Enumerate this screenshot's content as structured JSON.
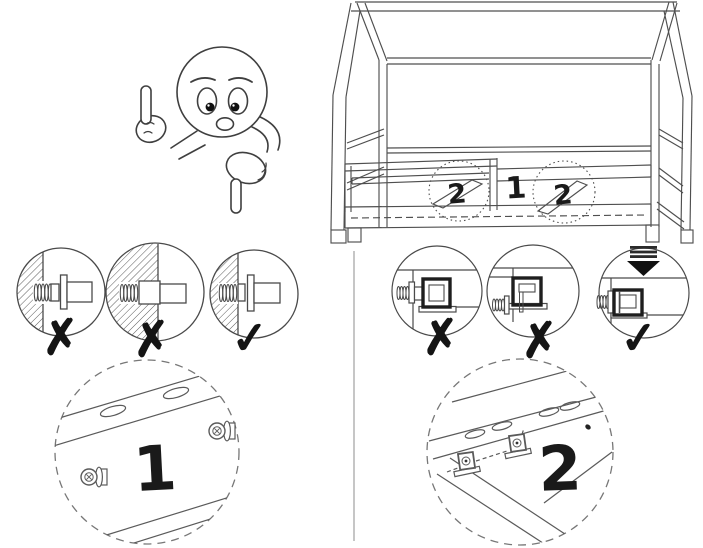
{
  "figure": {
    "kind": "furniture-assembly-instruction-step",
    "background": "#ffffff",
    "line_color": "#4a4a4a",
    "ink_color": "#161616"
  },
  "bed_diagram": {
    "part_labels": [
      {
        "id": "slat-left",
        "label": "2"
      },
      {
        "id": "rail-front",
        "label": "1"
      },
      {
        "id": "slat-right",
        "label": "2"
      }
    ]
  },
  "bolt_depth_guide": {
    "steps": [
      {
        "result": "wrong",
        "mark": "✗"
      },
      {
        "result": "wrong",
        "mark": "✗"
      },
      {
        "result": "correct",
        "mark": "✓"
      }
    ]
  },
  "bracket_hook_guide": {
    "icons": {
      "press": "down-arrow"
    },
    "steps": [
      {
        "result": "wrong",
        "mark": "✗"
      },
      {
        "result": "wrong",
        "mark": "✗"
      },
      {
        "result": "correct",
        "mark": "✓"
      }
    ]
  },
  "details": [
    {
      "label": "1"
    },
    {
      "label": "2"
    }
  ]
}
